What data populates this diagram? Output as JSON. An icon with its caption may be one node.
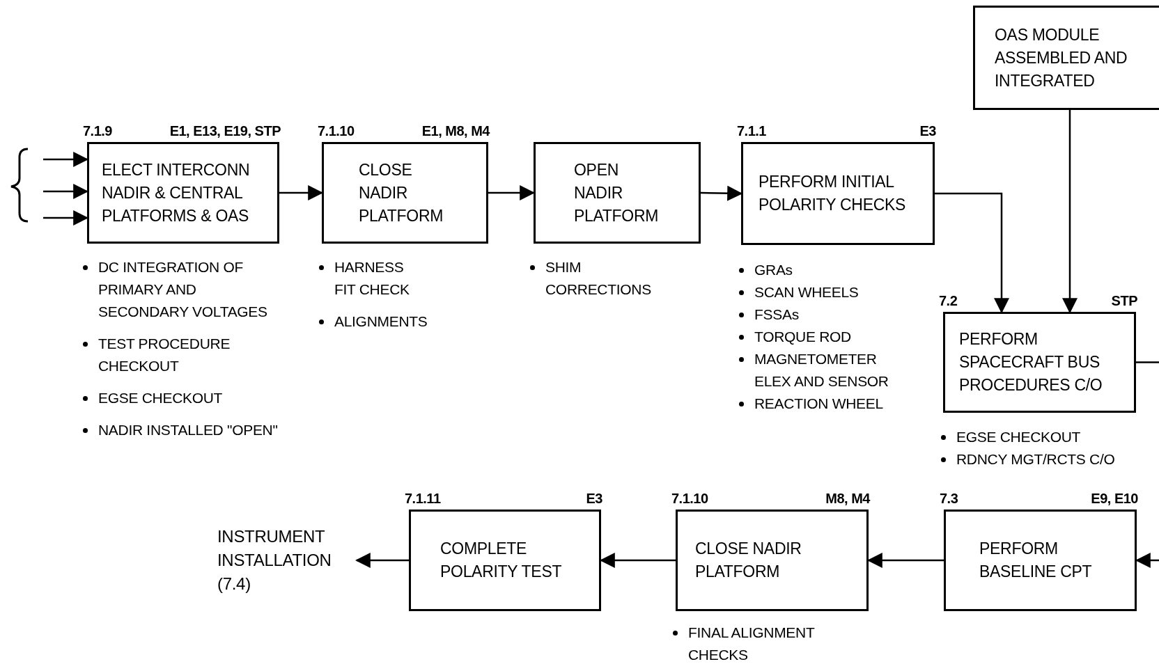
{
  "diagram": {
    "nodes": [
      {
        "text": [
          "ELECT INTERCONN NADIR & CENTRAL PLATFORMS & OAS"
        ],
        "beside": [
          "7.1.9",
          "E1, E13, E19, STP",
          "DC INTEGRATION OF PRIMARY AND SECONDARY VOLTAGES",
          "TEST PROCEDURE CHECKOUT",
          "EGSE CHECKOUT",
          "NADIR INSTALLED \"OPEN\""
        ]
      },
      {
        "text": [
          "CLOSE NADIR PLATFORM"
        ],
        "beside": [
          "7.1.10",
          "E1, M8, M4",
          "HARNESS FIT CHECK",
          "ALIGNMENTS"
        ]
      },
      {
        "text": [
          "OPEN NADIR PLATFORM"
        ],
        "beside": [
          "SHIM CORRECTIONS"
        ]
      },
      {
        "text": [
          "PERFORM INITIAL POLARITY CHECKS"
        ],
        "beside": [
          "7.1.1",
          "E3",
          "GRAs",
          "SCAN WHEELS",
          "FSSAs",
          "TORQUE ROD",
          "MAGNETOMETER ELEX AND SENSOR",
          "REACTION WHEEL"
        ]
      },
      {
        "text": [
          "OAS MODULE ASSEMBLED AND INTEGRATED"
        ]
      },
      {
        "text": [
          "PERFORM SPACECRAFT BUS PROCEDURES C/O"
        ],
        "beside": [
          "7.2",
          "STP",
          "EGSE CHECKOUT",
          "RDNCY MGT/RCTS C/O"
        ]
      },
      {
        "text": [
          "PERFORM BASELINE CPT"
        ],
        "beside": [
          "7.3",
          "E9, E10"
        ]
      },
      {
        "text": [
          "CLOSE NADIR PLATFORM"
        ],
        "beside": [
          "7.1.10",
          "M8, M4",
          "FINAL ALIGNMENT CHECKS"
        ]
      },
      {
        "text": [
          "COMPLETE POLARITY TEST"
        ],
        "beside": [
          "7.1.11",
          "E3"
        ]
      },
      {
        "text": [
          "INSTRUMENT INSTALLATION (7.4)"
        ]
      }
    ],
    "edges": [
      {
        "from": null,
        "to": 0,
        "arrow": "to"
      },
      {
        "from": null,
        "to": 0,
        "arrow": "to"
      },
      {
        "from": null,
        "to": 0,
        "arrow": "to"
      },
      {
        "from": 0,
        "to": 1,
        "arrow": "to"
      },
      {
        "from": 1,
        "to": 2,
        "arrow": "to"
      },
      {
        "from": 2,
        "to": 3,
        "arrow": "to"
      },
      {
        "from": 3,
        "to": 5,
        "arrow": "to"
      },
      {
        "from": 4,
        "to": 5,
        "arrow": "to"
      },
      {
        "from": 5,
        "to": null,
        "arrow": "none"
      },
      {
        "from": null,
        "to": 6,
        "arrow": "to"
      },
      {
        "from": 6,
        "to": 7,
        "arrow": "to"
      },
      {
        "from": 7,
        "to": 8,
        "arrow": "to"
      },
      {
        "from": 8,
        "to": 9,
        "arrow": "to"
      }
    ]
  }
}
